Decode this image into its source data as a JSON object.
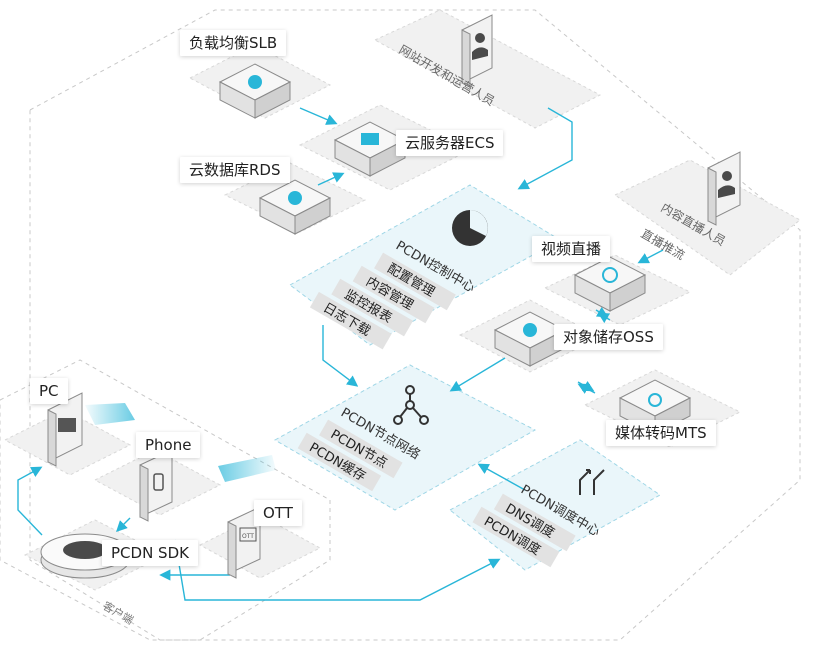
{
  "nodes": {
    "slb": "负载均衡SLB",
    "ecs": "云服务器ECS",
    "rds": "云数据库RDS",
    "live": "视频直播",
    "oss": "对象储存OSS",
    "mts": "媒体转码MTS",
    "pc": "PC",
    "phone": "Phone",
    "ott": "OTT",
    "ott_box_text": "OTT",
    "sdk": "PCDN SDK"
  },
  "roles": {
    "dev_ops": "网站开发和运营人员",
    "live_staff": "内容直播人员",
    "live_push": "直播推流",
    "client_side": "客户端"
  },
  "control_center": {
    "title": "PCDN控制中心",
    "items": [
      "配置管理",
      "内容管理",
      "监控报表",
      "日志下载"
    ]
  },
  "node_network": {
    "title": "PCDN节点网络",
    "items": [
      "PCDN节点",
      "PCDN缓存"
    ]
  },
  "schedule_center": {
    "title": "PCDN调度中心",
    "items": [
      "DNS调度",
      "PCDN调度"
    ]
  },
  "colors": {
    "accent": "#29b6d8",
    "panel_fill": "#eaf6fa",
    "panel_border": "#9fd6e6",
    "dashed": "#c8c8c8",
    "box_top": "#f4f4f4"
  }
}
